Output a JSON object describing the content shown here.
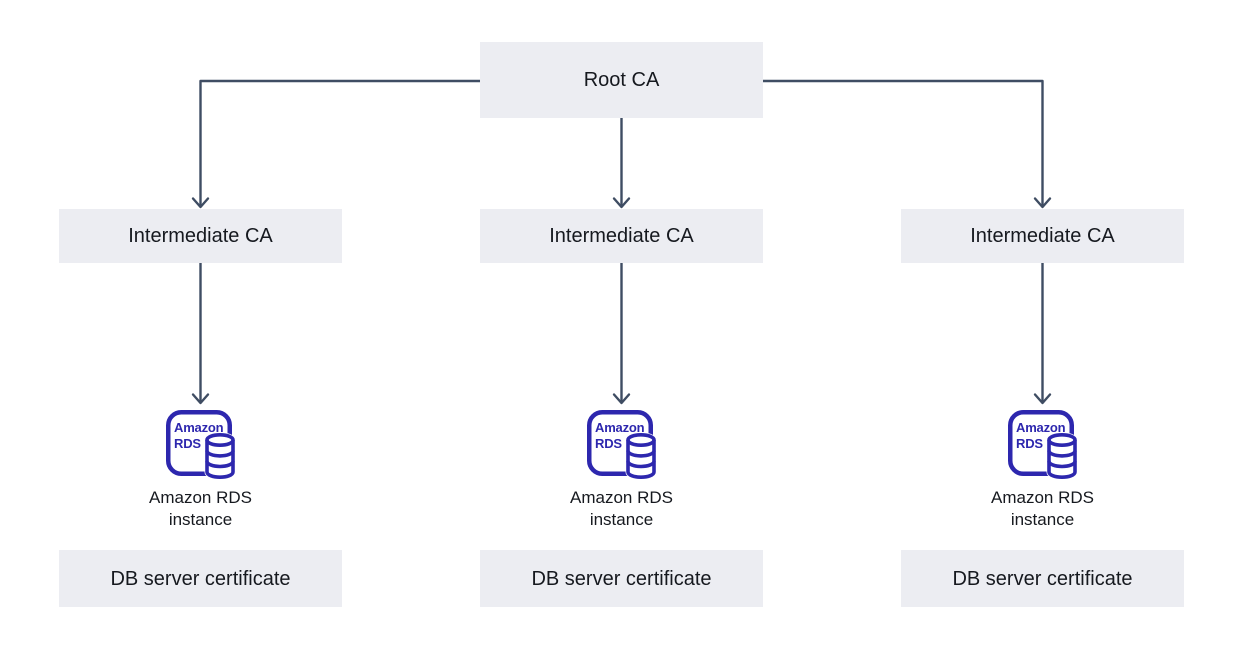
{
  "colors": {
    "box-bg": "#ECEDF2",
    "connector": "#3F4D63",
    "rds-indigo": "#2D27AE",
    "text": "#16191F",
    "canvas-bg": "#FFFFFF"
  },
  "diagram": {
    "root_ca": {
      "label": "Root CA"
    },
    "columns": [
      {
        "intermediate": {
          "label": "Intermediate CA"
        },
        "rds_icon": {
          "line1": "Amazon",
          "line2": "RDS"
        },
        "instance": {
          "line1": "Amazon RDS",
          "line2": "instance"
        },
        "certificate": {
          "label": "DB server certificate"
        }
      },
      {
        "intermediate": {
          "label": "Intermediate CA"
        },
        "rds_icon": {
          "line1": "Amazon",
          "line2": "RDS"
        },
        "instance": {
          "line1": "Amazon RDS",
          "line2": "instance"
        },
        "certificate": {
          "label": "DB server certificate"
        }
      },
      {
        "intermediate": {
          "label": "Intermediate CA"
        },
        "rds_icon": {
          "line1": "Amazon",
          "line2": "RDS"
        },
        "instance": {
          "line1": "Amazon RDS",
          "line2": "instance"
        },
        "certificate": {
          "label": "DB server certificate"
        }
      }
    ]
  }
}
